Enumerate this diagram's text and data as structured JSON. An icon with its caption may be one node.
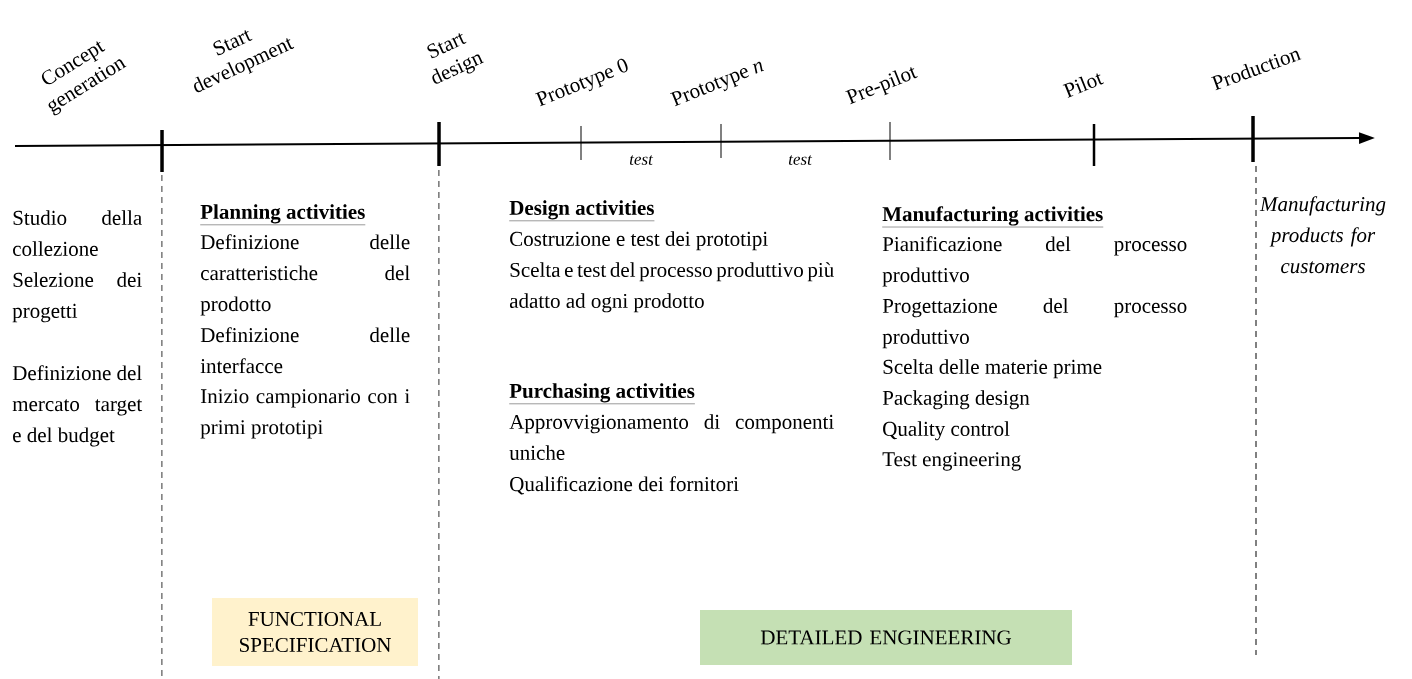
{
  "diagram": {
    "nodes": [
      {
        "text": [
          "FUNCTIONAL SPECIFICATION"
        ]
      },
      {
        "text": [
          "DETAILED ENGINEERING"
        ]
      }
    ],
    "labels": [
      "Concept generation",
      "Start development",
      "Start design",
      "Prototype 0",
      "Prototype *n*",
      "Pre-pilot",
      "Pilot",
      "Production",
      "test",
      "test",
      "Studio della collezione",
      "Selezione dei progetti",
      "Definizione del mercato target e del budget",
      "Planning activities",
      "Definizione delle caratteristiche del prodotto",
      "Definizione delle interfacce",
      "Inizio campionario con i primi prototipi",
      "Design activities",
      "Costruzione e test dei prototipi",
      "Scelta e test del processo produttivo più adatto ad ogni prodotto",
      "Purchasing activities",
      "Approvvigionamento di componenti uniche",
      "Qualificazione dei fornitori",
      "Manufacturing activities",
      "Pianificazione del processo produttivo",
      "Progettazione del processo produttivo",
      "Scelta delle materie prime",
      "Packaging design",
      "Quality control",
      "Test engineering",
      "Manufacturing products for customers"
    ]
  }
}
